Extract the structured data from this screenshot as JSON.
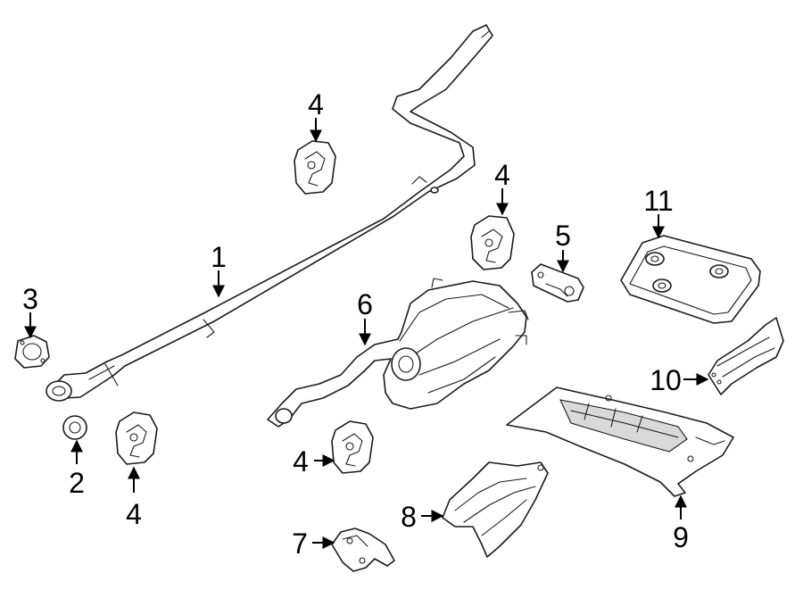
{
  "diagram": {
    "callouts": {
      "c1": "1",
      "c2": "2",
      "c3": "3",
      "c4a": "4",
      "c4b": "4",
      "c4c": "4",
      "c4d": "4",
      "c5": "5",
      "c6": "6",
      "c7": "7",
      "c8": "8",
      "c9": "9",
      "c10": "10",
      "c11": "11"
    }
  }
}
